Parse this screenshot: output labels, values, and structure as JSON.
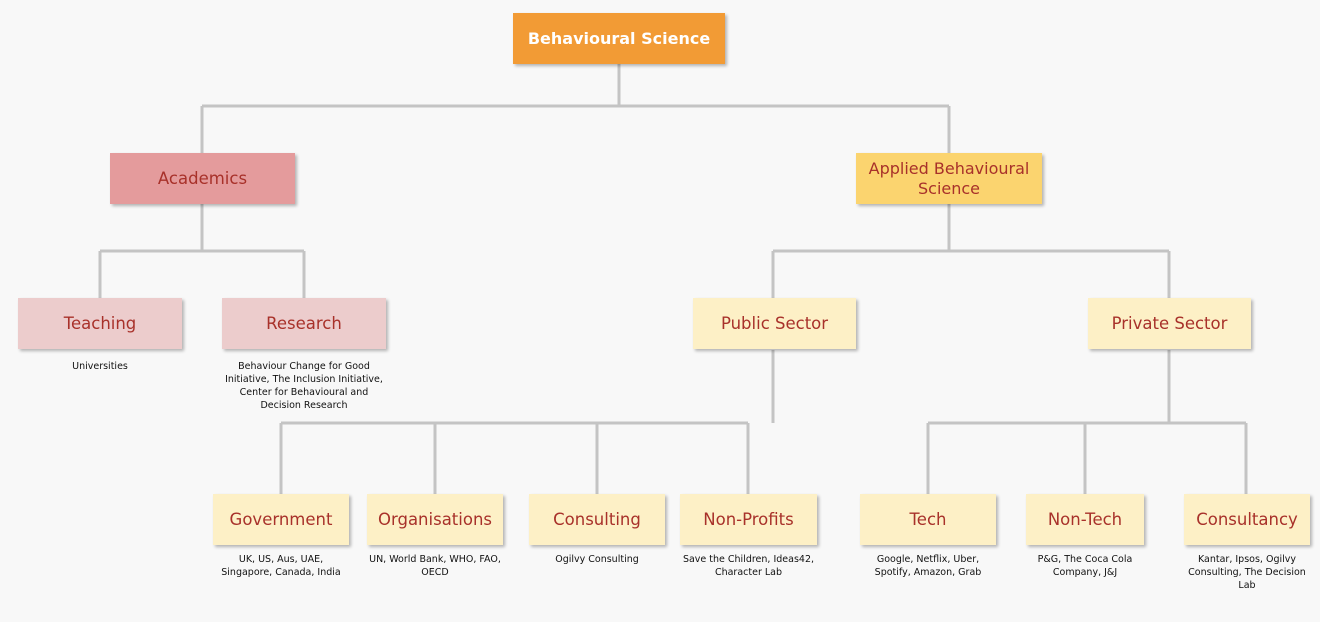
{
  "root": {
    "label": "Behavioural Science"
  },
  "academics": {
    "label": "Academics",
    "teaching": {
      "label": "Teaching",
      "caption": "Universities"
    },
    "research": {
      "label": "Research",
      "caption": "Behaviour Change for Good Initiative, The Inclusion Initiative, Center for Behavioural and Decision Research"
    }
  },
  "applied": {
    "label": "Applied Behavioural Science",
    "public_sector": {
      "label": "Public Sector",
      "children": [
        {
          "label": "Government",
          "caption": "UK, US, Aus, UAE, Singapore, Canada, India"
        },
        {
          "label": "Organisations",
          "caption": "UN, World Bank, WHO, FAO, OECD"
        },
        {
          "label": "Consulting",
          "caption": "Ogilvy Consulting"
        },
        {
          "label": "Non-Profits",
          "caption": "Save the Children, Ideas42, Character Lab"
        }
      ]
    },
    "private_sector": {
      "label": "Private Sector",
      "children": [
        {
          "label": "Tech",
          "caption": "Google, Netflix, Uber, Spotify, Amazon, Grab"
        },
        {
          "label": "Non-Tech",
          "caption": "P&G, The Coca Cola Company, J&J"
        },
        {
          "label": "Consultancy",
          "caption": "Kantar, Ipsos, Ogilvy Consulting, The Decision Lab"
        }
      ]
    }
  },
  "colors": {
    "root": "#f29b35",
    "academics": "#e49b9c",
    "academics_children": "#eccccc",
    "applied": "#fbd46f",
    "applied_children": "#fdf0c6",
    "connector": "#c4c4c4",
    "node_text": "#a8312a"
  }
}
